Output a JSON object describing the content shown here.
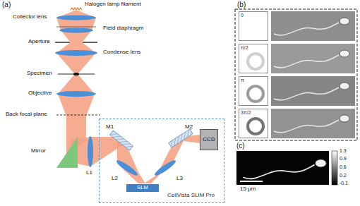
{
  "diagram": {
    "nodes": [
      {
        "text": [
          "CellVista SLIM Pro"
        ]
      },
      {
        "text": [
          "CCD"
        ],
        "in": 0
      },
      {
        "text": [
          "SLM"
        ],
        "in": 0
      },
      {
        "text": [
          "0"
        ]
      },
      {
        "text": [
          "π/2"
        ]
      },
      {
        "text": [
          "π"
        ]
      },
      {
        "text": [
          "3π/2"
        ]
      }
    ],
    "labels": [
      "(a)",
      "Halogen lamp filament",
      "Collector lens",
      "Field diaphragm",
      "Aperture",
      "Condense lens",
      "Specimen",
      "Objective",
      "Back focal plane",
      "Mirror",
      "L1",
      "M1",
      "L2",
      "M2",
      "L3",
      "(b)",
      "(c)",
      "1.3",
      "0.9",
      "0.6",
      "0.2",
      "-0.1",
      "15 μm"
    ]
  }
}
